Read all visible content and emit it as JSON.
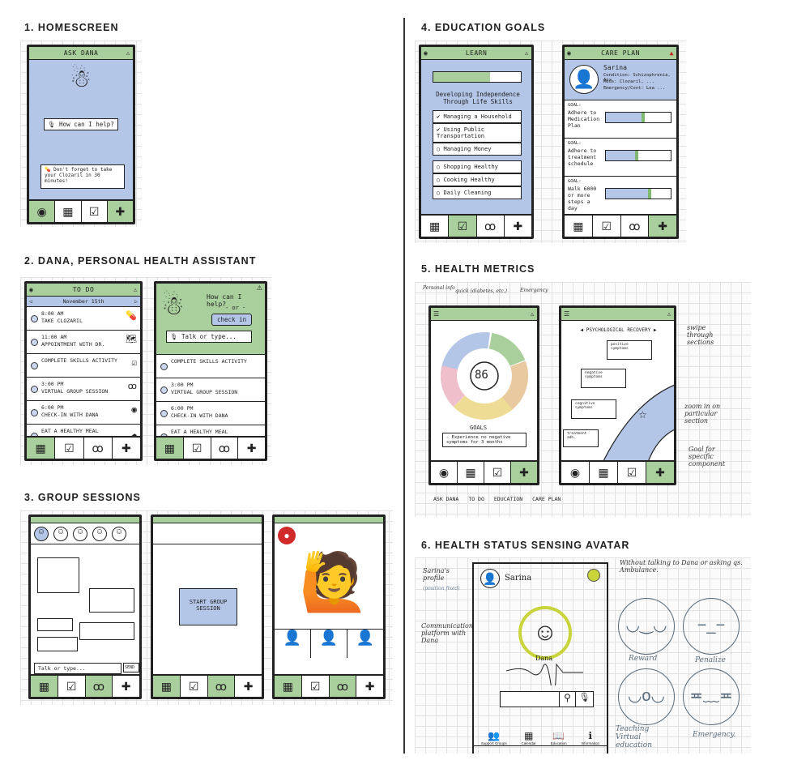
{
  "sections": [
    {
      "title": "1. HOMESCREEN"
    },
    {
      "title": "2. DANA, PERSONAL HEALTH ASSISTANT"
    },
    {
      "title": "3. GROUP SESSIONS"
    },
    {
      "title": "4. EDUCATION GOALS"
    },
    {
      "title": "5. HEALTH METRICS"
    },
    {
      "title": "6. HEALTH STATUS SENSING AVATAR"
    }
  ],
  "home": {
    "header": "ASK DANA",
    "prompt": "How can I help?",
    "reminder": "Don't forget to take your Clozaril in 30 minutes!"
  },
  "todo": {
    "header": "TO DO",
    "date": "November 15th",
    "items": [
      {
        "time": "8:00 AM",
        "text": "TAKE CLOZARIL",
        "icon": "pills-icon"
      },
      {
        "time": "11:00 AM",
        "text": "APPOINTMENT WITH DR.",
        "icon": "map-icon"
      },
      {
        "time": "",
        "text": "COMPLETE SKILLS ACTIVITY",
        "icon": "checklist-icon"
      },
      {
        "time": "3:00 PM",
        "text": "VIRTUAL GROUP SESSION",
        "icon": "group-icon"
      },
      {
        "time": "6:00 PM",
        "text": "CHECK-IN WITH DANA",
        "icon": "dana-icon"
      },
      {
        "time": "",
        "text": "EAT A HEALTHY MEAL",
        "icon": "food-icon"
      }
    ]
  },
  "dana": {
    "prompt": "How can I help?",
    "or": "- or -",
    "checkin": "check in",
    "input_placeholder": "Talk or type...",
    "items": [
      {
        "time": "",
        "text": "COMPLETE SKILLS ACTIVITY"
      },
      {
        "time": "3:00 PM",
        "text": "VIRTUAL GROUP SESSION"
      },
      {
        "time": "6:00 PM",
        "text": "CHECK-IN WITH DANA"
      },
      {
        "time": "",
        "text": "EAT A HEALTHY MEAL"
      }
    ]
  },
  "group": {
    "input_placeholder": "Talk or type...",
    "send": "SEND",
    "start": "START GROUP SESSION"
  },
  "learn": {
    "header": "LEARN",
    "progress": 0.65,
    "heading": "Developing Independence Through Life Skills",
    "items": [
      {
        "label": "Managing a Household",
        "done": true
      },
      {
        "label": "Using Public Transportation",
        "done": true
      },
      {
        "label": "Managing Money",
        "done": false
      },
      {
        "label": "Shopping Healthy",
        "done": false
      },
      {
        "label": "Cooking Healthy",
        "done": false
      },
      {
        "label": "Daily Cleaning",
        "done": false
      }
    ]
  },
  "careplan": {
    "header": "CARE PLAN",
    "name": "Sarina",
    "condition": "Condition: Schizophrenia, Anx",
    "meds": "Meds: Clozaril, ...",
    "emergency": "Emergency/Cont: Lea ...",
    "goal_label": "GOAL:",
    "goals": [
      {
        "text": "Adhere to Medication Plan",
        "progress": 0.6
      },
      {
        "text": "Adhere to treatment schedule",
        "progress": 0.5
      },
      {
        "text": "Walk 6000 or more steps a day",
        "progress": 0.7
      }
    ]
  },
  "metrics": {
    "score": "86",
    "goals_label": "GOALS",
    "goal_text": "Experience no negative symptoms for 3 months",
    "section_title": "PSYCHOLOGICAL RECOVERY",
    "charts": [
      "positive symptoms",
      "negative symptoms",
      "cognitive symptoms",
      "treatment adh."
    ],
    "annotations": {
      "personal": "Personal info",
      "quick": "quick (diabetes, etc.)",
      "emergency": "Emergency",
      "swipe": "swipe through sections",
      "zoom": "zoom in on particular section",
      "goal": "Goal for specific component"
    },
    "nav_labels": [
      "ASK DANA",
      "TO DO",
      "EDUCATION",
      "CARE PLAN"
    ]
  },
  "avatar": {
    "user": "Sarina",
    "dana": "Dana",
    "tabs": [
      "Support Groups",
      "Calendar",
      "Education",
      "Information"
    ],
    "notes": {
      "profile": "Sarina's profile",
      "fixed": "(position fixed)",
      "comm": "Communication platform with Dana",
      "top": "Without talking to Dana or asking qs. Ambulance."
    },
    "faces": [
      "Reward",
      "Penalize",
      "Teaching Virtual education",
      "Emergency."
    ]
  },
  "colors": {
    "green": "#a9cf9c",
    "blue": "#b4c6e8",
    "yellow": "#c8d43a"
  }
}
